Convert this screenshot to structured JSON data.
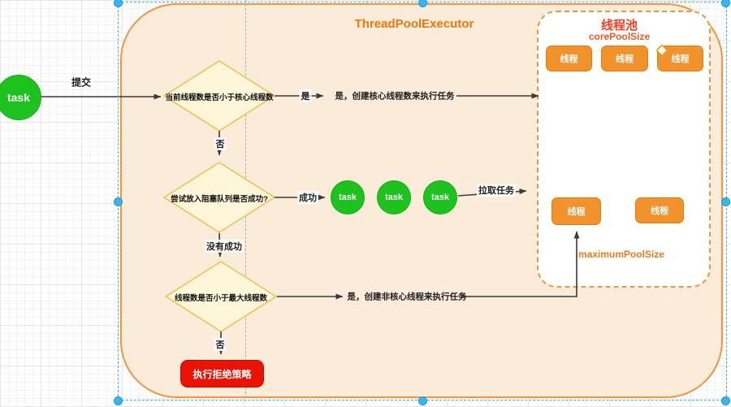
{
  "diagram": {
    "title": "ThreadPoolExecutor",
    "source_task": {
      "label": "task",
      "submit_label": "提交"
    },
    "decisions": [
      {
        "label": "当前线程数是否小于核心线程数",
        "yes_label": "是",
        "no_label": "否",
        "yes_text": "是，创建核心线程数来执行任务"
      },
      {
        "label": "尝试放入阻塞队列是否成功?",
        "yes_label": "成功",
        "no_label": "没有成功"
      },
      {
        "label": "线程数是否小于最大线程数",
        "yes_text": "是，创建非核心线程来执行任务",
        "no_label": "否"
      }
    ],
    "queue_tasks": [
      "task",
      "task",
      "task"
    ],
    "pull_label": "拉取任务",
    "reject_label": "执行拒绝策略",
    "pool": {
      "title": "线程池",
      "core_size_label": "corePoolSize",
      "max_size_label": "maximumPoolSize",
      "core_threads": [
        "线程",
        "线程",
        "线程"
      ],
      "max_threads": [
        "线程",
        "线程"
      ]
    },
    "colors": {
      "container_border": "#F2953C",
      "container_fill": "#FBECDA",
      "diamond_fill": "#FDF6D8",
      "diamond_border": "#EFC04B",
      "task_green": "#1EC21E",
      "thread_orange": "#F2922D",
      "reject_red": "#EA1303",
      "title_orange": "#F2760B",
      "pool_title_red": "#F63E1E",
      "selection_blue": "#38B5F0"
    }
  }
}
